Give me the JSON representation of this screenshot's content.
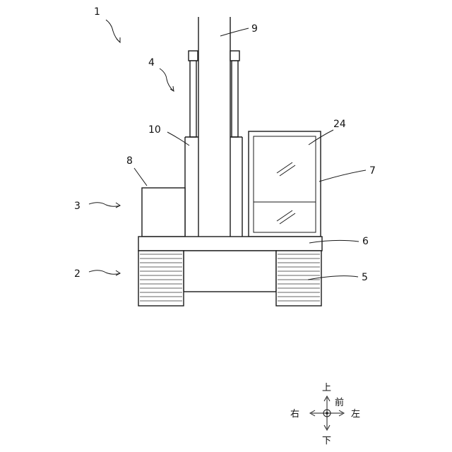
{
  "labels": {
    "ref_1": "1",
    "ref_2": "2",
    "ref_3": "3",
    "ref_4": "4",
    "ref_5": "5",
    "ref_6": "6",
    "ref_7": "7",
    "ref_8": "8",
    "ref_9": "9",
    "ref_10": "10",
    "ref_24": "24"
  },
  "direction_indicator": {
    "up": "上",
    "down": "下",
    "left": "右",
    "right": "左",
    "front": "前"
  }
}
